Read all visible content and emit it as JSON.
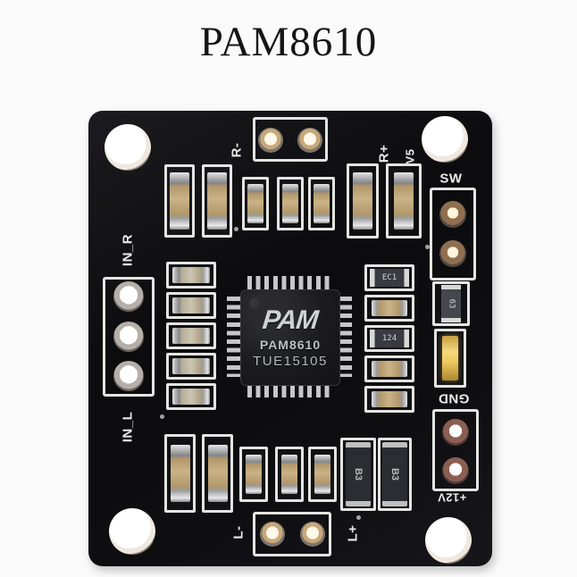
{
  "title": "PAM8610",
  "board": {
    "silkscreen": {
      "r_minus": "R-",
      "r_plus": "R+",
      "v5": "V5",
      "sw": "SW",
      "gnd": "GND",
      "plus_12v": "+12V",
      "in_r": "IN_R",
      "in_l": "IN_L",
      "l_minus": "L-",
      "l_plus": "L+"
    },
    "chip": {
      "logo": "PAM",
      "part_number": "PAM8610",
      "lot_code": "TUE15105"
    },
    "markings": {
      "ec1": "EC1",
      "r124": "124",
      "r63": "63",
      "diode": "B3"
    },
    "colors": {
      "pcb": "#0d0d10",
      "silkscreen": "#e4e4e2",
      "capacitor_body": "#c2aa7e",
      "led": "#f0c95f",
      "background": "#fafafa"
    }
  }
}
